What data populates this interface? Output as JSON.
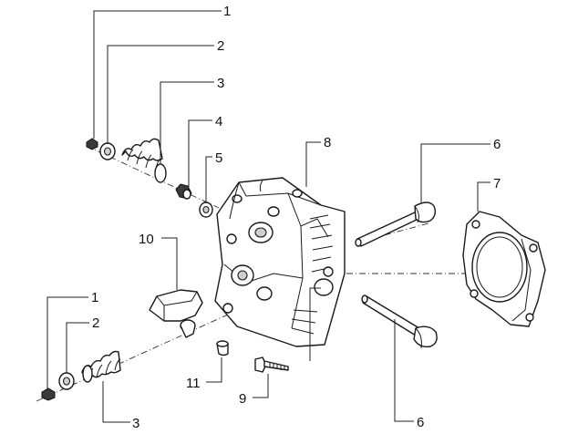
{
  "callouts": [
    {
      "id": "c1a",
      "label": "1"
    },
    {
      "id": "c2a",
      "label": "2"
    },
    {
      "id": "c3a",
      "label": "3"
    },
    {
      "id": "c4",
      "label": "4"
    },
    {
      "id": "c5",
      "label": "5"
    },
    {
      "id": "c8",
      "label": "8"
    },
    {
      "id": "c6a",
      "label": "6"
    },
    {
      "id": "c7",
      "label": "7"
    },
    {
      "id": "c10",
      "label": "10"
    },
    {
      "id": "c1b",
      "label": "1"
    },
    {
      "id": "c2b",
      "label": "2"
    },
    {
      "id": "c3b",
      "label": "3"
    },
    {
      "id": "c11",
      "label": "11"
    },
    {
      "id": "c9",
      "label": "9"
    },
    {
      "id": "c6b",
      "label": "6"
    }
  ]
}
